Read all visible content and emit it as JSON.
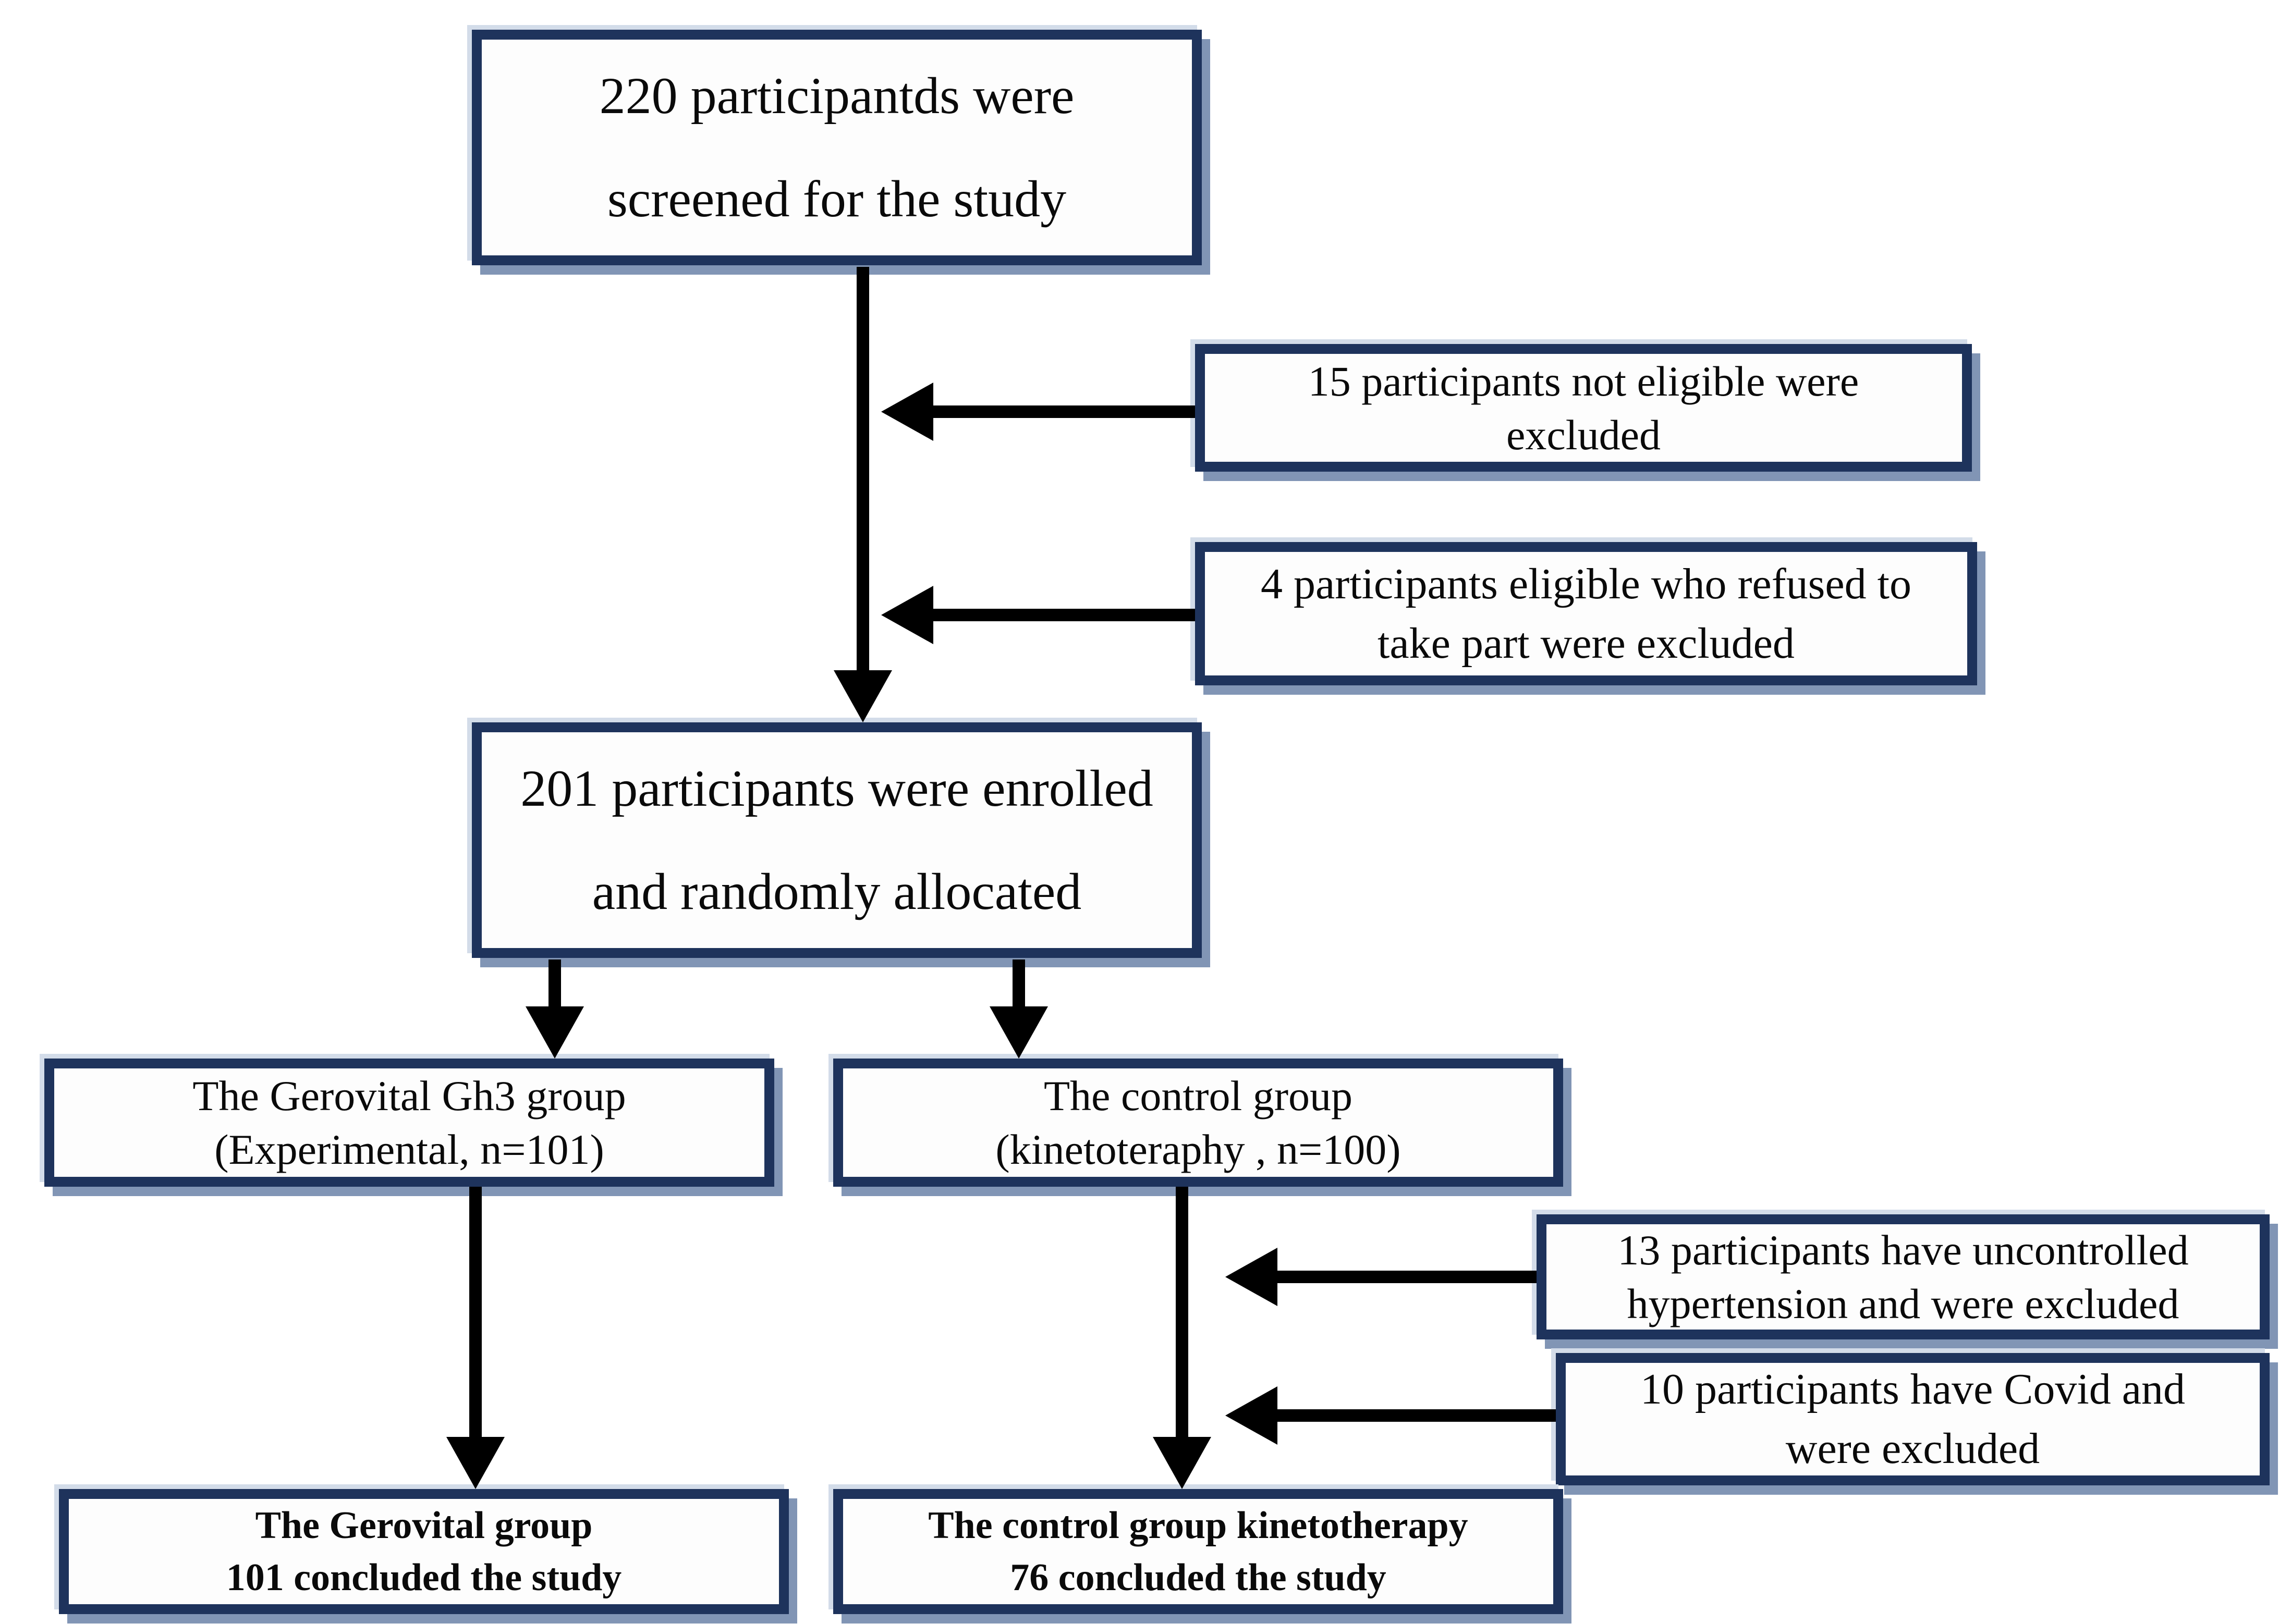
{
  "colors": {
    "page_bg": "#ffffff",
    "box_border": "#1e335c",
    "box_fill": "#fdfdfd",
    "box_shadow": "#8195b5",
    "box_highlight": "#d3dce9",
    "arrow": "#000000",
    "text": "#0a0a0a"
  },
  "nodes": {
    "screened": {
      "line1": "220 participantds were",
      "line2": "screened for the study"
    },
    "not_eligible": {
      "line1": "15 participants not eligible were",
      "line2": "excluded"
    },
    "refused": {
      "line1": "4 participants eligible who refused to",
      "line2": "take part were excluded"
    },
    "enrolled": {
      "line1": "201 participants were enrolled",
      "line2": "and randomly allocated"
    },
    "gerovital": {
      "line1": "The Gerovital Gh3 group",
      "line2": "(Experimental, n=101)"
    },
    "control": {
      "line1": "The control group",
      "line2": "(kinetoteraphy , n=100)"
    },
    "hypertension": {
      "line1": "13 participants have uncontrolled",
      "line2": "hypertension and were excluded"
    },
    "covid": {
      "line1": "10 participants have Covid and",
      "line2": "were excluded"
    },
    "gerovital_end": {
      "line1": "The Gerovital group",
      "line2": "101 concluded the study"
    },
    "control_end": {
      "line1": "The control group kinetotherapy",
      "line2": "76 concluded the study"
    }
  }
}
